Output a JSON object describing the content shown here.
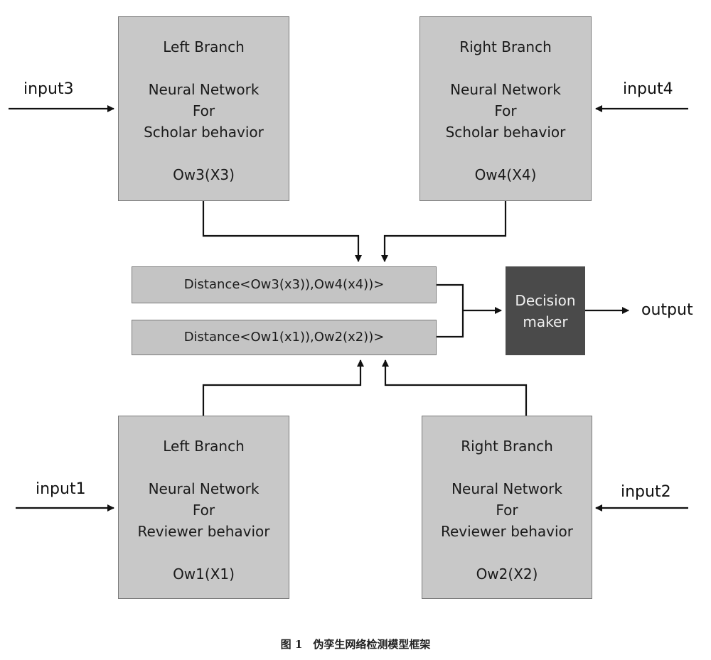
{
  "boxes": {
    "top_left": {
      "title": "Left Branch",
      "line1": "Neural Network",
      "line2": "For",
      "line3": "Scholar behavior",
      "output": "Ow3(X3)"
    },
    "top_right": {
      "title": "Right Branch",
      "line1": "Neural Network",
      "line2": "For",
      "line3": "Scholar behavior",
      "output": "Ow4(X4)"
    },
    "bottom_left": {
      "title": "Left Branch",
      "line1": "Neural Network",
      "line2": "For",
      "line3": "Reviewer behavior",
      "output": "Ow1(X1)"
    },
    "bottom_right": {
      "title": "Right Branch",
      "line1": "Neural Network",
      "line2": "For",
      "line3": "Reviewer behavior",
      "output": "Ow2(X2)"
    }
  },
  "distance": {
    "upper": "Distance<Ow3(x3)),Ow4(x4))>",
    "lower": "Distance<Ow1(x1)),Ow2(x2))>"
  },
  "decision": {
    "line1": "Decision",
    "line2": "maker"
  },
  "inputs": {
    "input1": "input1",
    "input2": "input2",
    "input3": "input3",
    "input4": "input4"
  },
  "output_label": "output",
  "caption": "图 1　伪孪生网络检测模型框架",
  "colors": {
    "box_fill": "#c8c8c8",
    "decision_fill": "#4a4a4a",
    "line": "#111111"
  }
}
